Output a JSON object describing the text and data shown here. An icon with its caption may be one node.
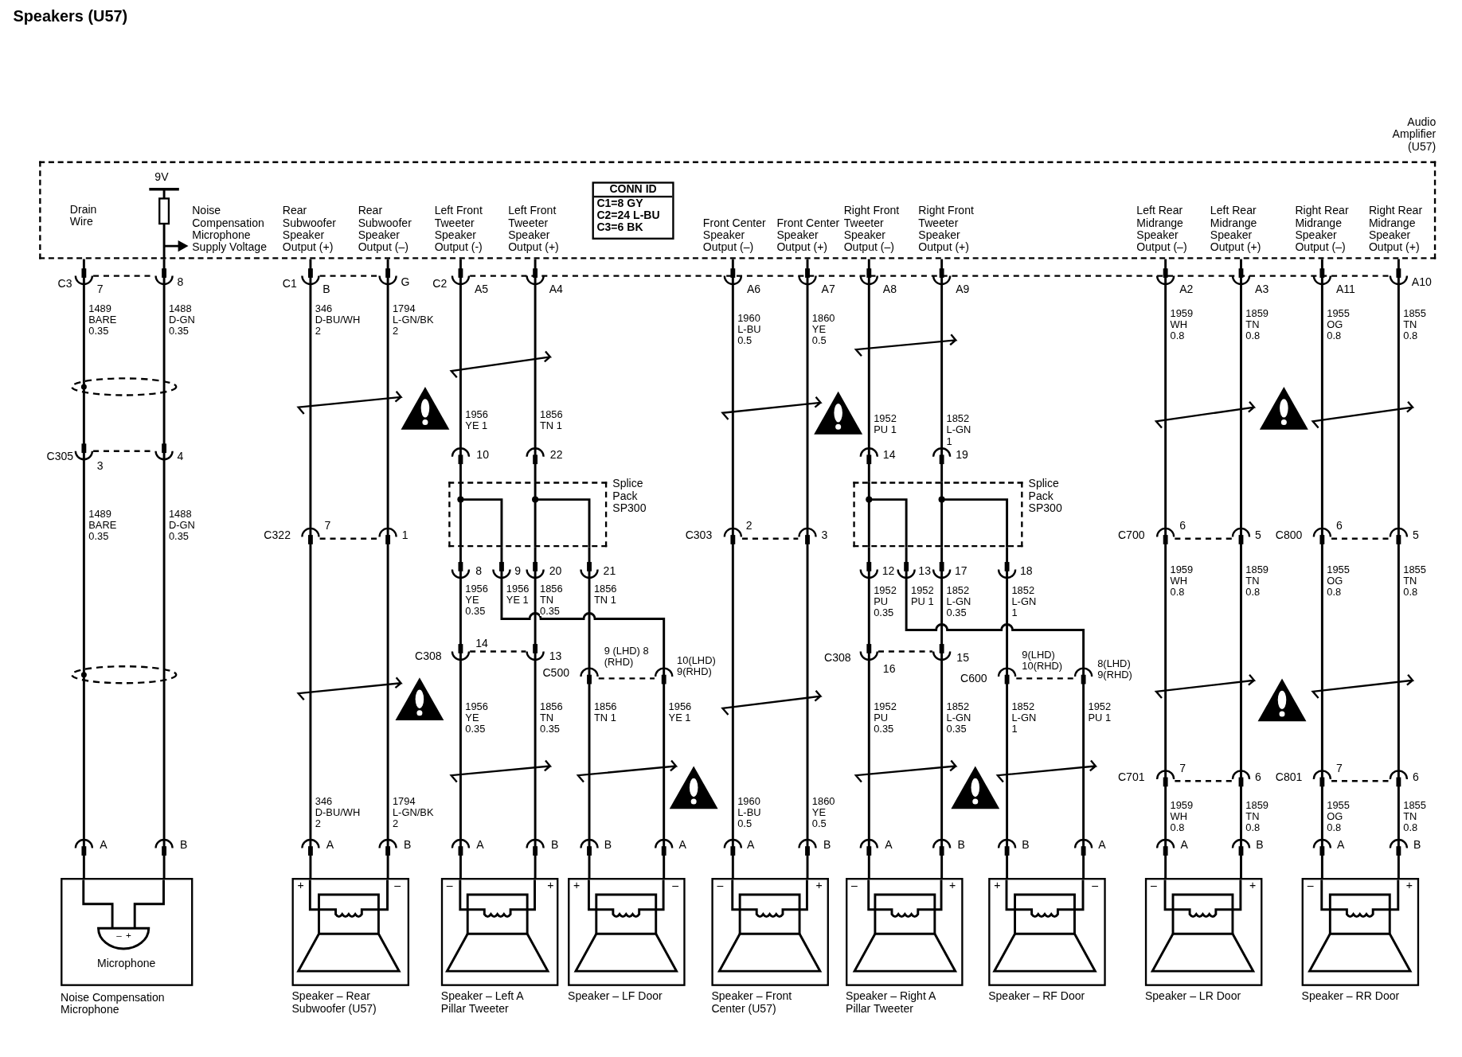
{
  "diagram": {
    "title": "Speakers (U57)",
    "nodes": [
      {
        "text": [
          "Audio Amplifier (U57)"
        ]
      },
      {
        "text": [
          "CONN ID",
          "C1=8 GY C2=24 L-BU C3=6 BK"
        ],
        "in": 0
      },
      {
        "text": [
          "Splice Pack SP300"
        ]
      },
      {
        "text": [
          "Splice Pack SP300"
        ]
      },
      {
        "text": [
          "Microphone",
          "Noise Compensation Microphone"
        ]
      },
      {
        "text": [
          "Speaker – Rear Subwoofer (U57)"
        ]
      },
      {
        "text": [
          "Speaker – Left A Pillar Tweeter"
        ]
      },
      {
        "text": [
          "Speaker – LF Door"
        ]
      },
      {
        "text": [
          "Speaker – Front Center (U57)"
        ]
      },
      {
        "text": [
          "Speaker – Right A Pillar Tweeter"
        ]
      },
      {
        "text": [
          "Speaker – RF Door"
        ]
      },
      {
        "text": [
          "Speaker – LR Door"
        ]
      },
      {
        "text": [
          "Speaker – RR Door"
        ]
      }
    ],
    "edges": [
      {
        "from": 0,
        "to": 4,
        "arrow": "none",
        "label": "1489 BARE 0.35"
      },
      {
        "from": 0,
        "to": 4,
        "arrow": "none",
        "label": "1488 D-GN 0.35"
      },
      {
        "from": 0,
        "to": 5,
        "arrow": "none",
        "label": "346 D-BU/WH 2"
      },
      {
        "from": 0,
        "to": 5,
        "arrow": "none",
        "label": "1794 L-GN/BK 2"
      },
      {
        "from": 0,
        "to": 2,
        "arrow": "none",
        "label": "1956 YE 1"
      },
      {
        "from": 0,
        "to": 2,
        "arrow": "none",
        "label": "1856 TN 1"
      },
      {
        "from": 2,
        "to": 6,
        "arrow": "none",
        "label": "1956 YE 0.35"
      },
      {
        "from": 2,
        "to": 6,
        "arrow": "none",
        "label": "1856 TN 0.35"
      },
      {
        "from": 2,
        "to": 7,
        "arrow": "none",
        "label": "1856 TN 1"
      },
      {
        "from": 2,
        "to": 7,
        "arrow": "none",
        "label": "1956 YE 1"
      },
      {
        "from": 0,
        "to": 8,
        "arrow": "none",
        "label": "1960 L-BU 0.5"
      },
      {
        "from": 0,
        "to": 8,
        "arrow": "none",
        "label": "1860 YE 0.5"
      },
      {
        "from": 0,
        "to": 3,
        "arrow": "none",
        "label": "1952 PU 1"
      },
      {
        "from": 0,
        "to": 3,
        "arrow": "none",
        "label": "1852 L-GN 1"
      },
      {
        "from": 3,
        "to": 9,
        "arrow": "none",
        "label": "1952 PU 0.35"
      },
      {
        "from": 3,
        "to": 9,
        "arrow": "none",
        "label": "1852 L-GN 0.35"
      },
      {
        "from": 3,
        "to": 10,
        "arrow": "none",
        "label": "1852 L-GN 1"
      },
      {
        "from": 3,
        "to": 10,
        "arrow": "none",
        "label": "1952 PU 1"
      },
      {
        "from": 0,
        "to": 11,
        "arrow": "none",
        "label": "1959 WH 0.8"
      },
      {
        "from": 0,
        "to": 11,
        "arrow": "none",
        "label": "1859 TN 0.8"
      },
      {
        "from": 0,
        "to": 12,
        "arrow": "none",
        "label": "1955 OG 0.8"
      },
      {
        "from": 0,
        "to": 12,
        "arrow": "none",
        "label": "1855 TN 0.8"
      }
    ],
    "labels": [
      "Drain Wire",
      "9V",
      "Noise Compensation Microphone Supply Voltage",
      "Rear Subwoofer Speaker Output (+)",
      "Rear Subwoofer Speaker Output (–)",
      "Left Front Tweeter Speaker Output (-)",
      "Left Front Tweeter Speaker Output (+)",
      "Front Center Speaker Output (–)",
      "Front Center Speaker Output (+)",
      "Right Front Tweeter Speaker Output (–)",
      "Right Front Tweeter Speaker Output (+)",
      "Left Rear Midrange Speaker Output (–)",
      "Left Rear Midrange Speaker Output (+)",
      "Right Rear Midrange Speaker Output (–)",
      "Right Rear Midrange Speaker Output (+)",
      "C3",
      "7",
      "8",
      "C1",
      "B",
      "G",
      "C2",
      "A5",
      "A4",
      "A6",
      "A7",
      "A8",
      "A9",
      "A2",
      "A3",
      "A11",
      "A10",
      "C305",
      "3",
      "4",
      "1489 BARE 0.35",
      "1488 D-GN 0.35",
      "10",
      "22",
      "14",
      "19",
      "C322",
      "7",
      "1",
      "C303",
      "2",
      "3",
      "C700",
      "6",
      "5",
      "C800",
      "6",
      "5",
      "8",
      "9",
      "20",
      "21",
      "12",
      "13",
      "17",
      "18",
      "1959 WH 0.8",
      "1859 TN 0.8",
      "1955 OG 0.8",
      "1855 TN 0.8",
      "C308",
      "14",
      "13",
      "C500",
      "9 (LHD) 8 (RHD)",
      "10(LHD) 9(RHD)",
      "C308",
      "16",
      "15",
      "C600",
      "9(LHD) 10(RHD)",
      "8(LHD) 9(RHD)",
      "1956 YE 0.35",
      "1856 TN 0.35",
      "1856 TN 1",
      "1956 YE 1",
      "1952 PU 0.35",
      "1852 L-GN 0.35",
      "1852 L-GN 1",
      "1952 PU 1",
      "C701",
      "7",
      "6",
      "C801",
      "7",
      "6",
      "346 D-BU/WH 2",
      "1794 L-GN/BK 2",
      "1960 L-BU 0.5",
      "1860 YE 0.5",
      "1959 WH 0.8",
      "1859 TN 0.8",
      "1955 OG 0.8",
      "1855 TN 0.8",
      "A",
      "B",
      "A",
      "B",
      "A",
      "B",
      "B",
      "A",
      "A",
      "B",
      "A",
      "B",
      "B",
      "A",
      "A",
      "B",
      "A",
      "B",
      "+",
      "–",
      "–",
      "+",
      "+",
      "–",
      "–",
      "+",
      "–",
      "+",
      "+",
      "–",
      "–",
      "+",
      "–",
      "+",
      "–",
      "+"
    ]
  }
}
